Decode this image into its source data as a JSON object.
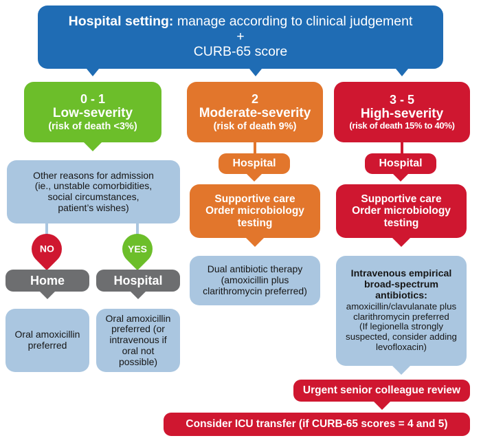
{
  "header": {
    "bold_lead": "Hospital setting:",
    "rest": " manage according to clinical judgement",
    "plus": "+",
    "line3": "CURB-65 score",
    "color": "#1f6cb4"
  },
  "severity": [
    {
      "score": "0 - 1",
      "name": "Low-severity",
      "risk": "(risk of death <3%)",
      "color": "#6cbe2a"
    },
    {
      "score": "2",
      "name": "Moderate-severity",
      "risk": "(risk of death 9%)",
      "color": "#e2762c"
    },
    {
      "score": "3 - 5",
      "name": "High-severity",
      "risk": "(risk of death 15% to 40%)",
      "color": "#cf1730"
    }
  ],
  "low_branch": {
    "reasons_l1": "Other reasons for admission",
    "reasons_l2": "(ie., unstable comorbidities,",
    "reasons_l3": "social circumstances,",
    "reasons_l4": "patient’s wishes)",
    "no_badge": "NO",
    "yes_badge": "YES",
    "home_label": "Home",
    "hospital_label": "Hospital",
    "home_tx_l1": "Oral amoxicillin",
    "home_tx_l2": "preferred",
    "hosp_tx_l1": "Oral amoxicillin",
    "hosp_tx_l2": "preferred (or",
    "hosp_tx_l3": "intravenous if",
    "hosp_tx_l4": "oral not",
    "hosp_tx_l5": "possible)"
  },
  "moderate_branch": {
    "hospital_pill": "Hospital",
    "care_l1": "Supportive care",
    "care_l2": "Order microbiology",
    "care_l3": "testing",
    "tx_l1": "Dual antibiotic therapy",
    "tx_l2": "(amoxicillin plus",
    "tx_l3": "clarithromycin preferred)"
  },
  "high_branch": {
    "hospital_pill": "Hospital",
    "care_l1": "Supportive care",
    "care_l2": "Order microbiology",
    "care_l3": "testing",
    "tx_b1": "Intravenous empirical",
    "tx_b2": "broad-spectrum",
    "tx_b3": "antibiotics:",
    "tx_l4": "amoxicillin/clavulanate plus",
    "tx_l5": "clarithromycin preferred",
    "tx_l6": "(If legionella strongly",
    "tx_l7": "suspected, consider adding",
    "tx_l8": "levofloxacin)",
    "review_bar": "Urgent senior colleague review",
    "icu_bar": "Consider ICU  transfer  (if CURB-65 scores = 4 and 5)"
  }
}
